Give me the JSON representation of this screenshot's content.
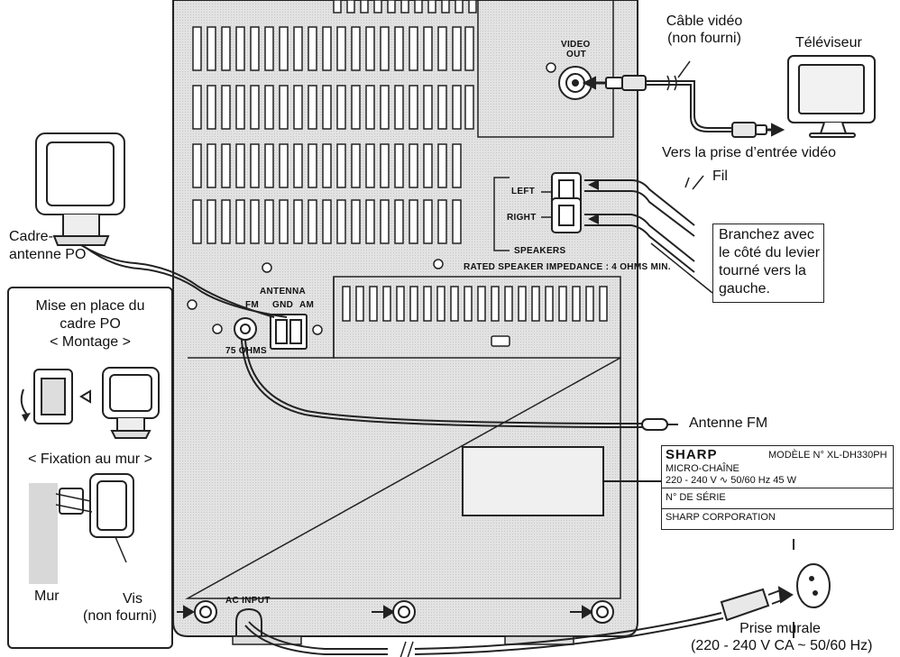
{
  "labels": {
    "cable_video": "Câble vidéo",
    "cable_not_supplied": "(non fourni)",
    "tv": "Téléviseur",
    "to_video_input": "Vers la prise d’entrée vidéo",
    "wire": "Fil",
    "connect_lines": [
      "Branchez avec",
      "le côté du levier",
      "tourné vers la",
      "gauche."
    ],
    "am_loop": [
      "Cadre-",
      "antenne PO"
    ],
    "fm_antenna": "Antenne FM",
    "wall_outlet": "Prise murale",
    "wall_outlet_spec": "(220 - 240 V CA ~ 50/60 Hz)"
  },
  "panel": {
    "video_out": [
      "VIDEO",
      "OUT"
    ],
    "left": "LEFT",
    "right": "RIGHT",
    "speakers": "SPEAKERS",
    "impedance": "RATED SPEAKER IMPEDANCE : 4 OHMS MIN.",
    "antenna": "ANTENNA",
    "fm": "FM",
    "gnd": "GND",
    "am": "AM",
    "ohms": "75 OHMS",
    "ac_input": "AC INPUT"
  },
  "inset": {
    "title_lines": [
      "Mise en place du",
      "cadre PO",
      "< Montage >"
    ],
    "wall_mount": "< Fixation au mur >",
    "wall": "Mur",
    "screw": "Vis",
    "screw_note": "(non fourni)"
  },
  "rating_label": {
    "brand": "SHARP",
    "model": "MODÈLE N° XL-DH330PH",
    "product": "MICRO-CHAÎNE",
    "power": "220 - 240 V ∿ 50/60 Hz   45 W",
    "serial": "N° DE SÉRIE",
    "corp": "SHARP CORPORATION"
  },
  "colors": {
    "panel": "#dcdcdc",
    "line": "#222222",
    "grid": "#ffffff"
  }
}
